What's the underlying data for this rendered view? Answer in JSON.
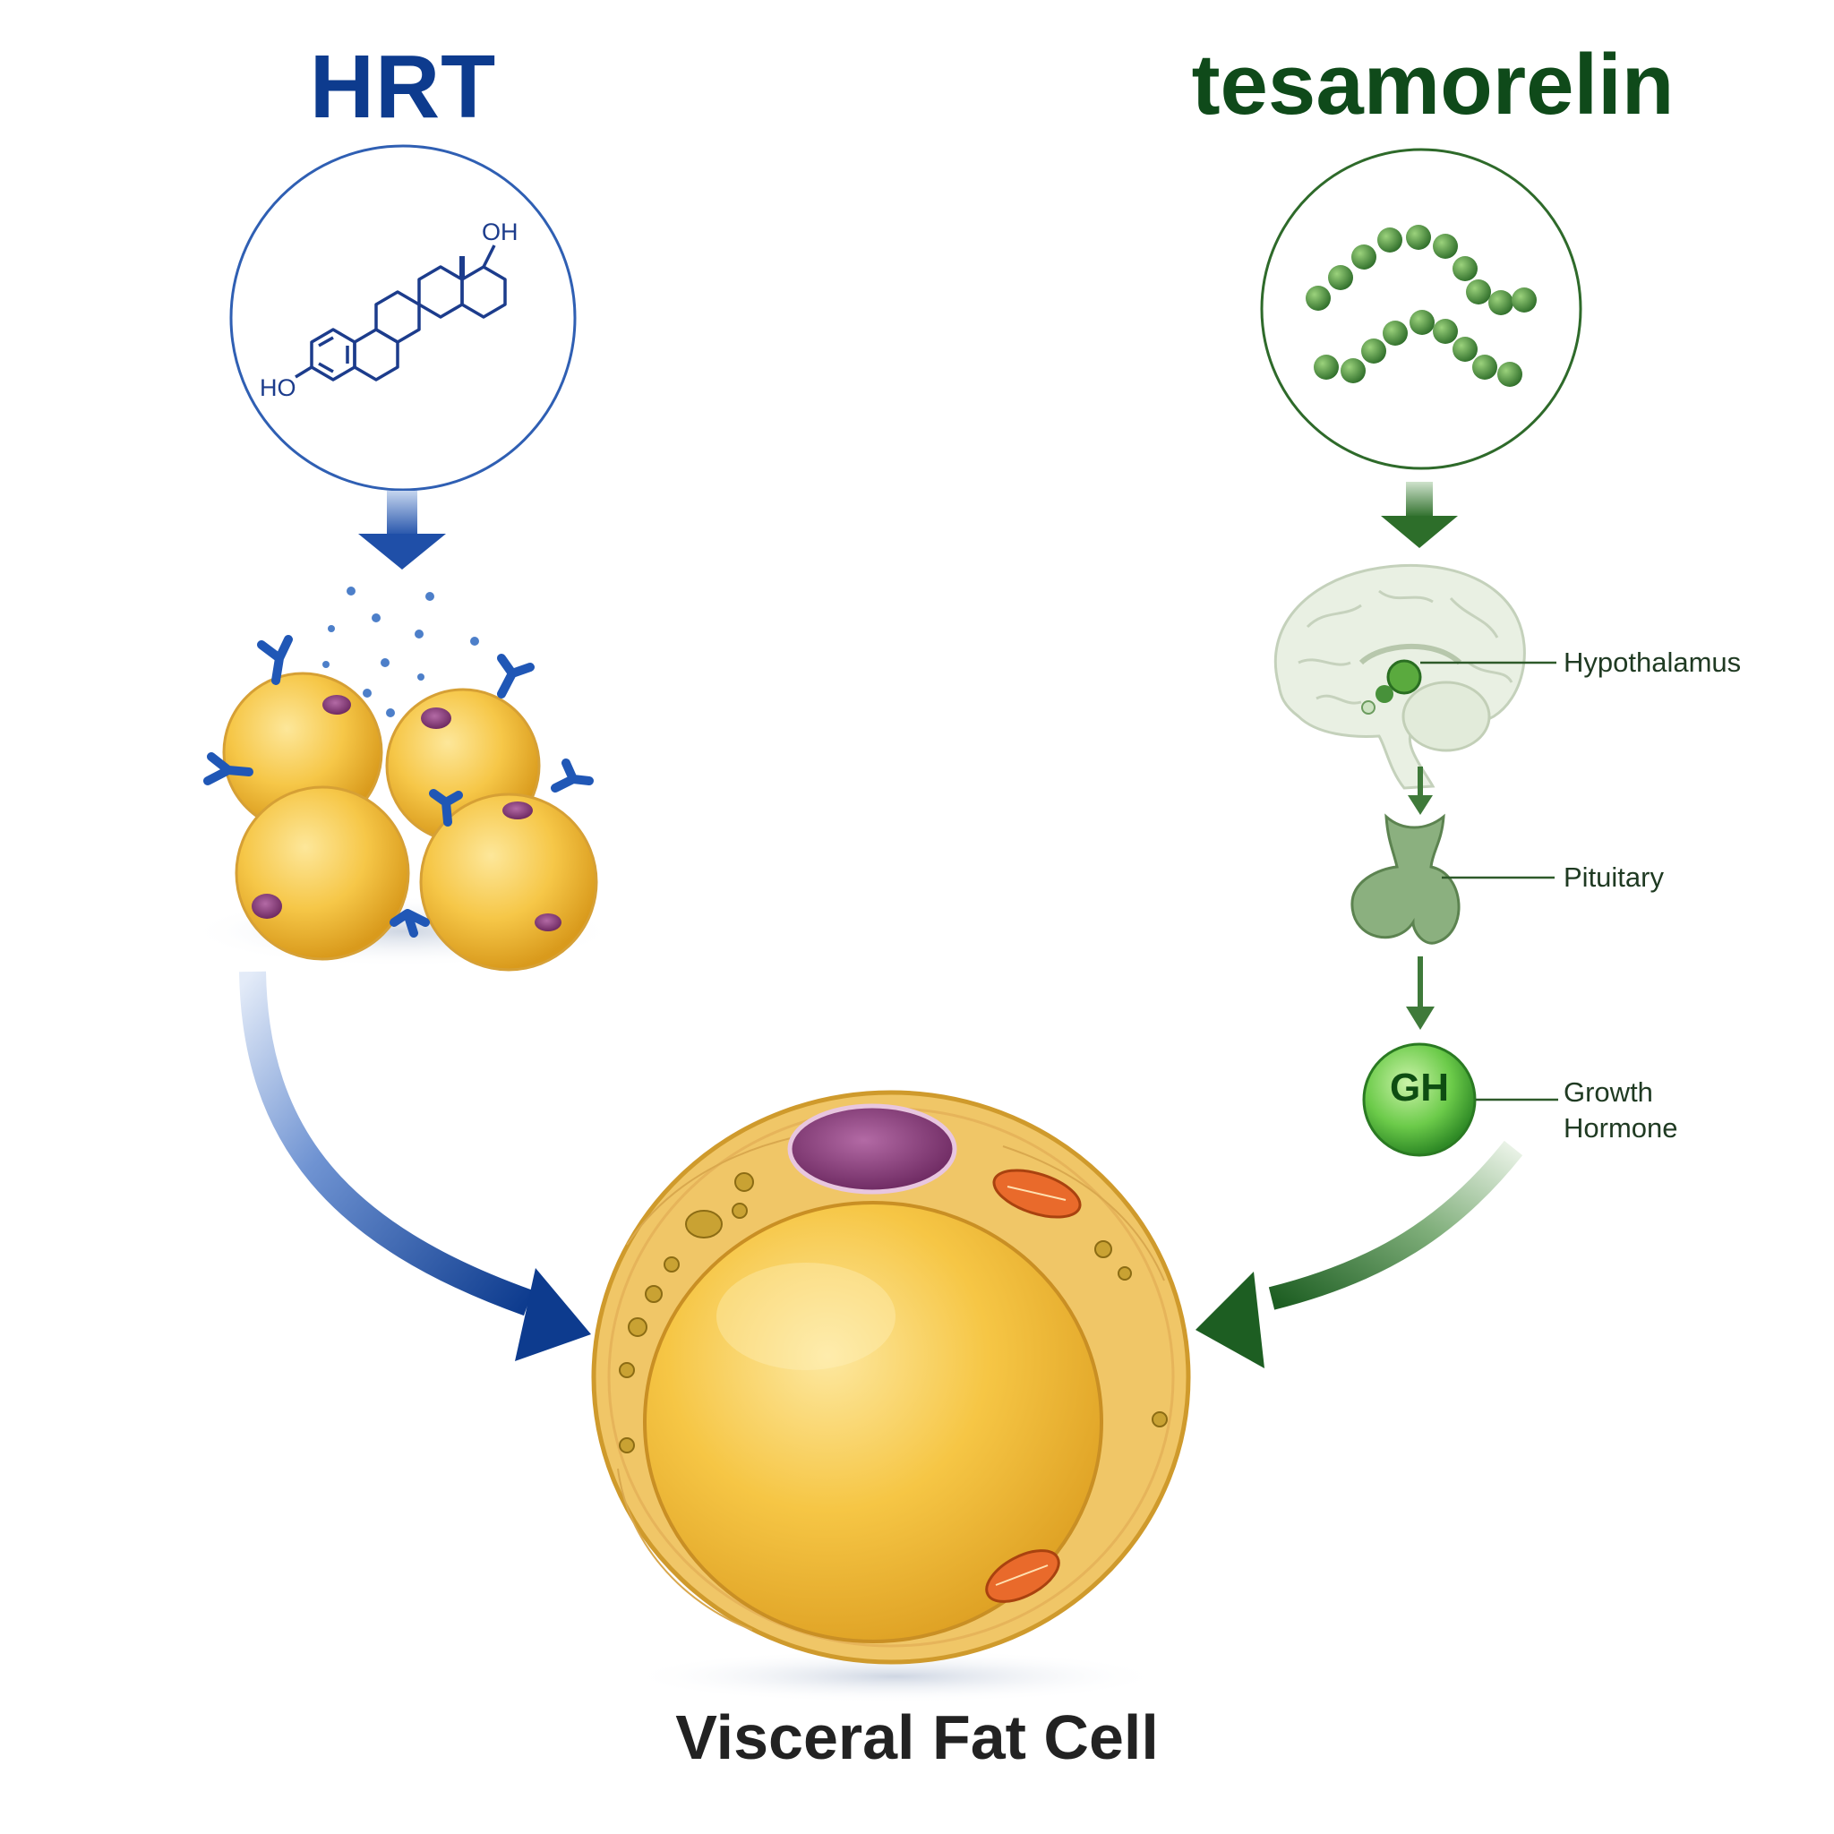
{
  "titles": {
    "left": "HRT",
    "right": "tesamorelin",
    "bottom": "Visceral Fat Cell"
  },
  "molecule": {
    "oh_top": "OH",
    "ho_left": "HO"
  },
  "pathway": {
    "hypothalamus": "Hypothalamus",
    "pituitary": "Pituitary",
    "gh_badge": "GH",
    "growth_hormone_line1": "Growth",
    "growth_hormone_line2": "Hormone"
  },
  "colors": {
    "hrt_blue": "#0d3b8e",
    "tes_green": "#0f4a1a",
    "fat_yellow": "#f3c13f",
    "nucleus_purple": "#8c3f7a",
    "mito_orange": "#e2662a"
  }
}
